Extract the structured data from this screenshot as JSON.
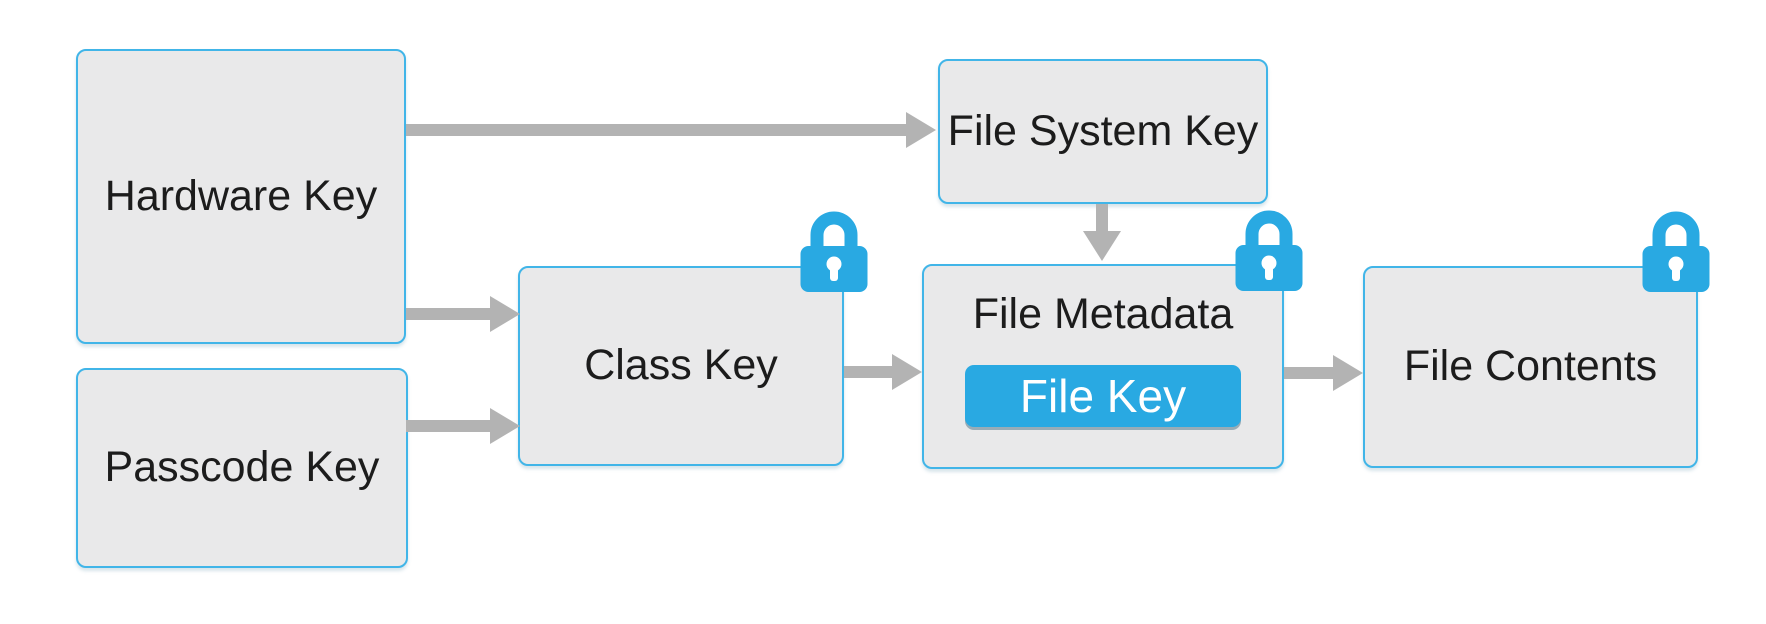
{
  "diagram": {
    "description": "Key hierarchy diagram: hardware and passcode keys derive class key; file system key and class key protect file metadata containing the file key, which protects file contents."
  },
  "nodes": {
    "hardware_key": {
      "label": "Hardware Key",
      "lock": false
    },
    "passcode_key": {
      "label": "Passcode Key",
      "lock": false
    },
    "file_system_key": {
      "label": "File System Key",
      "lock": false
    },
    "class_key": {
      "label": "Class Key",
      "lock": true
    },
    "file_metadata": {
      "label": "File Metadata",
      "lock": true
    },
    "file_key": {
      "label": "File Key"
    },
    "file_contents": {
      "label": "File Contents",
      "lock": true
    }
  },
  "edges": [
    {
      "from": "hardware_key",
      "to": "file_system_key"
    },
    {
      "from": "hardware_key",
      "to": "class_key"
    },
    {
      "from": "passcode_key",
      "to": "class_key"
    },
    {
      "from": "class_key",
      "to": "file_metadata"
    },
    {
      "from": "file_system_key",
      "to": "file_metadata"
    },
    {
      "from": "file_metadata",
      "to": "file_contents"
    }
  ],
  "icons": {
    "lock": "lock-icon"
  },
  "colors": {
    "background": "#ffffff",
    "box_fill": "#e9e9ea",
    "box_border": "#41b5e8",
    "arrow_gray": "#b3b3b3",
    "accent_blue": "#29a9e2",
    "file_key_text": "#ffffff",
    "label_text": "#1c1c1c"
  }
}
